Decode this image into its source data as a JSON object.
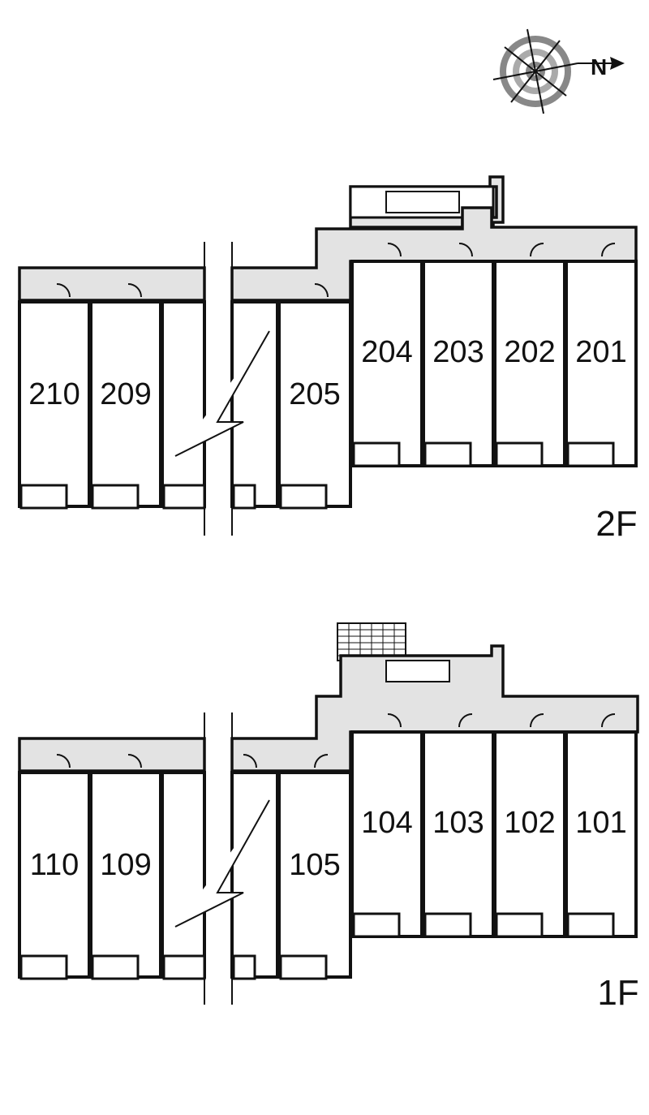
{
  "compass": {
    "label": "N",
    "icon": "compass-rose-icon"
  },
  "floors": [
    {
      "label": "2F",
      "units": [
        "210",
        "209",
        "205",
        "204",
        "203",
        "202",
        "201"
      ]
    },
    {
      "label": "1F",
      "units": [
        "110",
        "109",
        "105",
        "104",
        "103",
        "102",
        "101"
      ]
    }
  ]
}
